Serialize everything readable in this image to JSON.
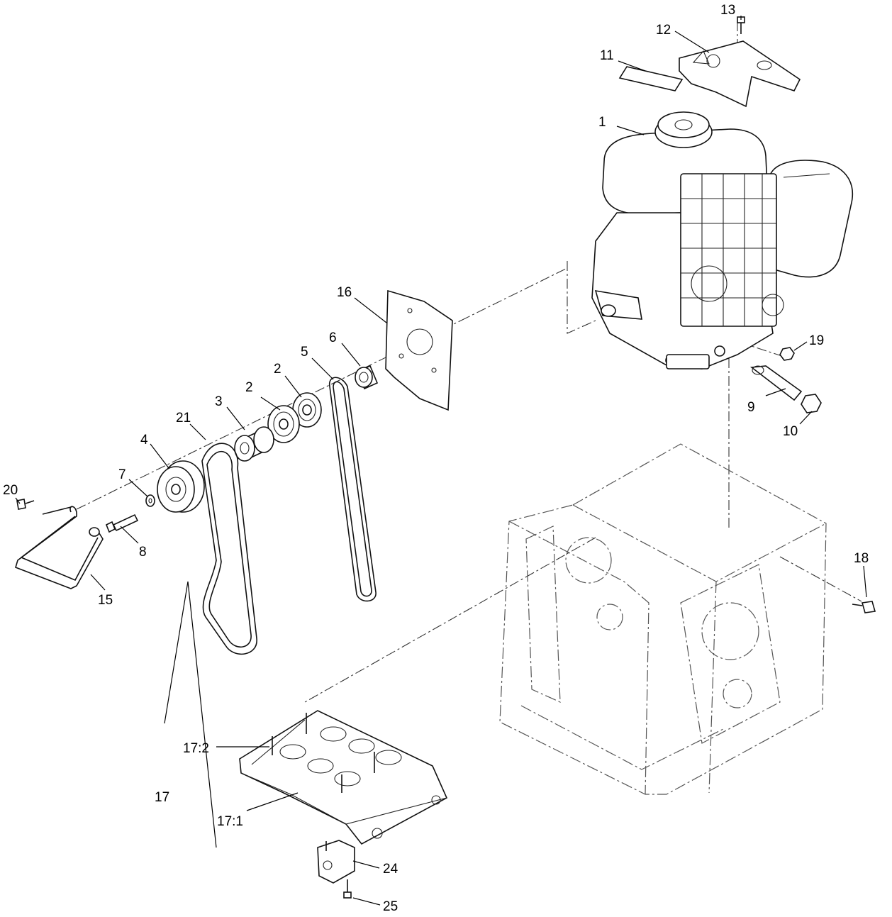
{
  "callouts": {
    "c1": "1",
    "c2a": "2",
    "c2b": "2",
    "c3": "3",
    "c4": "4",
    "c5": "5",
    "c6": "6",
    "c7": "7",
    "c8": "8",
    "c9": "9",
    "c10": "10",
    "c11": "11",
    "c12": "12",
    "c13": "13",
    "c15": "15",
    "c16": "16",
    "c17": "17",
    "c17_1": "17:1",
    "c17_2": "17:2",
    "c18": "18",
    "c19": "19",
    "c20": "20",
    "c21": "21",
    "c24": "24",
    "c25": "25"
  }
}
